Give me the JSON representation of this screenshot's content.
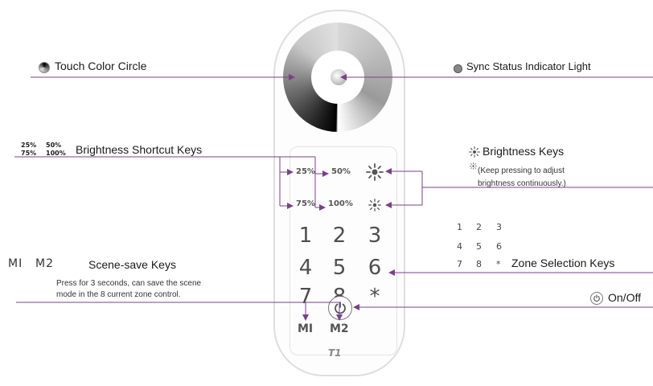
{
  "labels": {
    "touch_color_circle": "Touch Color Circle",
    "sync_status": "Sync Status Indicator Light",
    "brightness_shortcut": "Brightness Shortcut Keys",
    "brightness_keys": "Brightness Keys",
    "brightness_note_1": "(Keep pressing to adjust",
    "brightness_note_2": "brightness continuously.)",
    "zone_selection": "Zone Selection Keys",
    "scene_save": "Scene-save Keys",
    "scene_note_1": "Press for 3 seconds, can save the scene",
    "scene_note_2": "mode in the 8 current zone control.",
    "on_off": "On/Off"
  },
  "legend": {
    "pct_25": "25%",
    "pct_50": "50%",
    "pct_75": "75%",
    "pct_100": "100%",
    "m1": "MI",
    "m2": "M2",
    "zone_row1": [
      "1",
      "2",
      "3"
    ],
    "zone_row2": [
      "4",
      "5",
      "6"
    ],
    "zone_row3": [
      "7",
      "8",
      "*"
    ]
  },
  "remote": {
    "pct_25": "25%",
    "pct_50": "50%",
    "pct_75": "75%",
    "pct_100": "100%",
    "keys": [
      "1",
      "2",
      "3",
      "4",
      "5",
      "6",
      "7",
      "8",
      "*"
    ],
    "m1": "MI",
    "m2": "M2",
    "model": "T1"
  },
  "colors": {
    "callout_line": "#7b3f8e",
    "text": "#1a1a1a"
  }
}
